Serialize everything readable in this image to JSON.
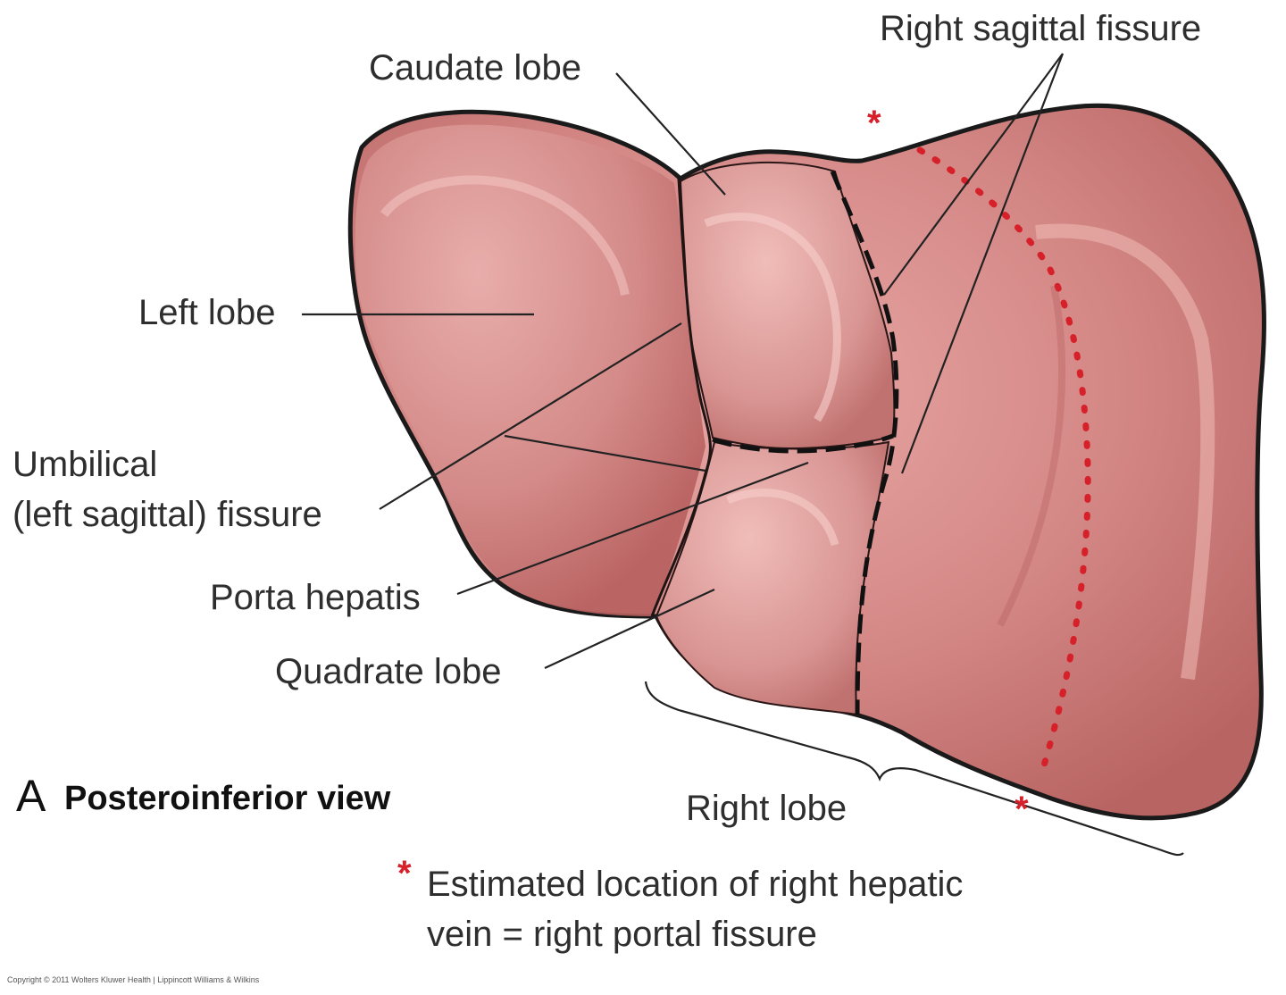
{
  "labels": {
    "right_sagittal_fissure": "Right sagittal fissure",
    "caudate_lobe": "Caudate lobe",
    "left_lobe": "Left lobe",
    "umbilical_line1": "Umbilical",
    "umbilical_line2": "(left sagittal) fissure",
    "porta_hepatis": "Porta hepatis",
    "quadrate_lobe": "Quadrate lobe",
    "right_lobe": "Right lobe"
  },
  "panel": {
    "letter": "A",
    "title": "Posteroinferior view"
  },
  "legend": {
    "symbol": "*",
    "line1": "Estimated location of right hepatic",
    "line2": "vein = right portal fissure"
  },
  "copyright": "Copyright © 2011 Wolters Kluwer Health | Lippincott Williams & Wilkins",
  "colors": {
    "liver_fill": "#c97777",
    "liver_highlight": "#e9aaa8",
    "outline": "#1a1a1a",
    "hepatic_vein_marker": "#d6202a"
  }
}
